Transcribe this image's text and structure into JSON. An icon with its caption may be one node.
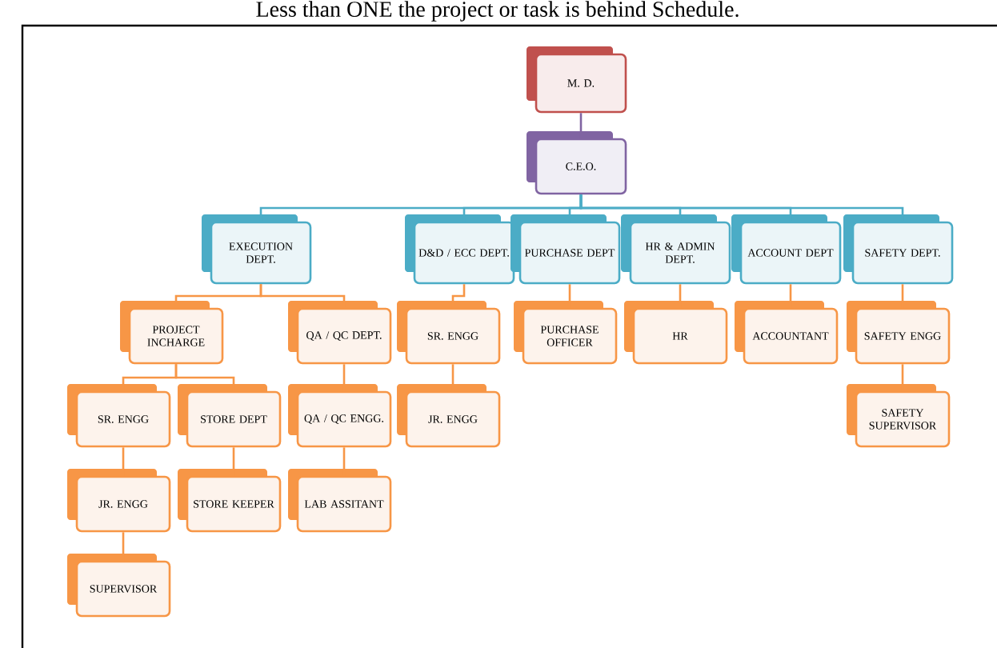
{
  "diagram": {
    "nodes": [
      {
        "text": [
          "M. D."
        ]
      },
      {
        "text": [
          "C.E.O."
        ]
      },
      {
        "text": [
          "EXECUTION DEPT."
        ]
      },
      {
        "text": [
          "D&D / ECC DEPT."
        ]
      },
      {
        "text": [
          "PURCHASE DEPT"
        ]
      },
      {
        "text": [
          "HR & ADMIN DEPT."
        ]
      },
      {
        "text": [
          "ACCOUNT DEPT"
        ]
      },
      {
        "text": [
          "SAFETY DEPT."
        ]
      },
      {
        "text": [
          "PROJECT INCHARGE"
        ]
      },
      {
        "text": [
          "QA / QC DEPT."
        ]
      },
      {
        "text": [
          "SR. ENGG"
        ]
      },
      {
        "text": [
          "STORE DEPT"
        ]
      },
      {
        "text": [
          "QA / QC ENGG."
        ]
      },
      {
        "text": [
          "JR. ENGG"
        ]
      },
      {
        "text": [
          "STORE KEEPER"
        ]
      },
      {
        "text": [
          "LAB ASSITANT"
        ]
      },
      {
        "text": [
          "SUPERVISOR"
        ]
      },
      {
        "text": [
          "SR. ENGG"
        ]
      },
      {
        "text": [
          "JR. ENGG"
        ]
      },
      {
        "text": [
          "PURCHASE OFFICER"
        ]
      },
      {
        "text": [
          "HR"
        ]
      },
      {
        "text": [
          "ACCOUNTANT"
        ]
      },
      {
        "text": [
          "SAFETY ENGG"
        ]
      },
      {
        "text": [
          "SAFETY SUPERVISOR"
        ]
      }
    ],
    "edges": [
      {
        "from": 0,
        "to": 1,
        "arrow": "none",
        "color": "#8064a2"
      },
      {
        "from": 1,
        "to": 2,
        "arrow": "none",
        "color": "#4bacc6"
      },
      {
        "from": 1,
        "to": 3,
        "arrow": "none",
        "color": "#4bacc6"
      },
      {
        "from": 1,
        "to": 4,
        "arrow": "none",
        "color": "#4bacc6"
      },
      {
        "from": 1,
        "to": 5,
        "arrow": "none",
        "color": "#4bacc6"
      },
      {
        "from": 1,
        "to": 6,
        "arrow": "none",
        "color": "#4bacc6"
      },
      {
        "from": 1,
        "to": 7,
        "arrow": "none",
        "color": "#4bacc6"
      },
      {
        "from": 2,
        "to": 8,
        "arrow": "none"
      },
      {
        "from": 2,
        "to": 9,
        "arrow": "none"
      },
      {
        "from": 8,
        "to": 10,
        "arrow": "none"
      },
      {
        "from": 8,
        "to": 11,
        "arrow": "none"
      },
      {
        "from": 9,
        "to": 12,
        "arrow": "none"
      },
      {
        "from": 10,
        "to": 13,
        "arrow": "none"
      },
      {
        "from": 11,
        "to": 14,
        "arrow": "none"
      },
      {
        "from": 12,
        "to": 15,
        "arrow": "none"
      },
      {
        "from": 13,
        "to": 16,
        "arrow": "none"
      },
      {
        "from": 3,
        "to": 17,
        "arrow": "none"
      },
      {
        "from": 17,
        "to": 18,
        "arrow": "none"
      },
      {
        "from": 4,
        "to": 19,
        "arrow": "none"
      },
      {
        "from": 5,
        "to": 20,
        "arrow": "none"
      },
      {
        "from": 6,
        "to": 21,
        "arrow": "none"
      },
      {
        "from": 7,
        "to": 22,
        "arrow": "none"
      },
      {
        "from": 22,
        "to": 23,
        "arrow": "none"
      }
    ],
    "labels": [
      "Less than ONE the project or task is behind Schedule."
    ]
  }
}
